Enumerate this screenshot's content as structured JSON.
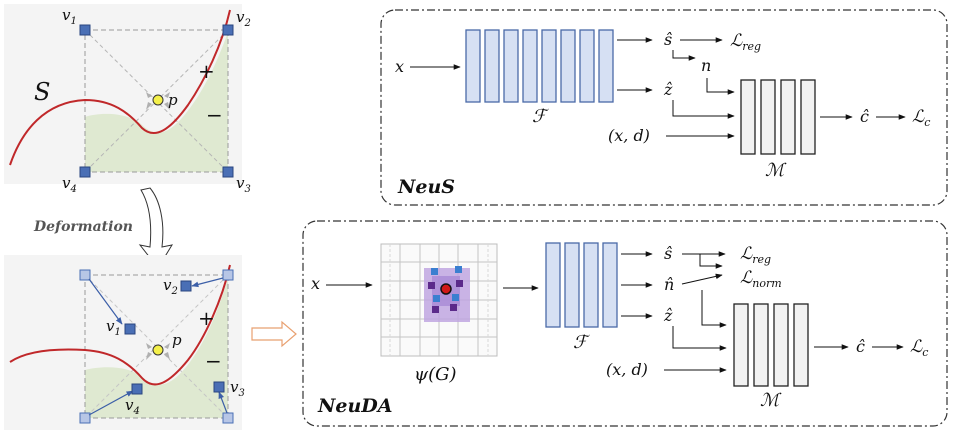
{
  "left_panel": {
    "surface_label": "S",
    "top": {
      "corners": [
        "v",
        "v",
        "v",
        "v"
      ],
      "corner_subs": [
        "1",
        "2",
        "4",
        "3"
      ],
      "query_point": "p",
      "inside_sign": "+",
      "outside_sign": "−"
    },
    "deformation_label": "Deformation",
    "bottom": {
      "corners": [
        "v",
        "v",
        "v",
        "v"
      ],
      "corner_subs": [
        "2",
        "1",
        "3",
        "4"
      ],
      "query_point": "p",
      "inside_sign": "+",
      "outside_sign": "−"
    }
  },
  "neus": {
    "title": "NeuS",
    "input": "x",
    "encoder": "ℱ",
    "outputs": [
      "ŝ",
      "n",
      "ẑ"
    ],
    "view_input": "(x, d)",
    "color_net": "ℳ",
    "color_out": "ĉ",
    "losses": [
      "ℒ",
      "ℒ"
    ],
    "loss_subs": [
      "reg",
      "c"
    ]
  },
  "neuda": {
    "title": "NeuDA",
    "input": "x",
    "grid_label": "ψ(G)",
    "encoder": "ℱ",
    "outputs": [
      "ŝ",
      "n̂",
      "ẑ"
    ],
    "view_input": "(x, d)",
    "color_net": "ℳ",
    "color_out": "ĉ",
    "losses": [
      "ℒ",
      "ℒ",
      "ℒ"
    ],
    "loss_subs": [
      "reg",
      "norm",
      "c"
    ]
  },
  "colors": {
    "surface_curve": "#c0282a",
    "region_fill": "#dfe9d1",
    "vertex_fill": "#4a6fb5",
    "vertex_light": "#b7c6e6",
    "mlp_blue_fill": "#d6e0f3",
    "mlp_blue_stroke": "#4a6aa8",
    "mlp_gray_fill": "#f2f2f2",
    "grid_purple": "#bfa6e0",
    "grid_point": "#5b2a8a",
    "query_yellow": "#f4f04a",
    "anchor_red": "#b01010"
  }
}
